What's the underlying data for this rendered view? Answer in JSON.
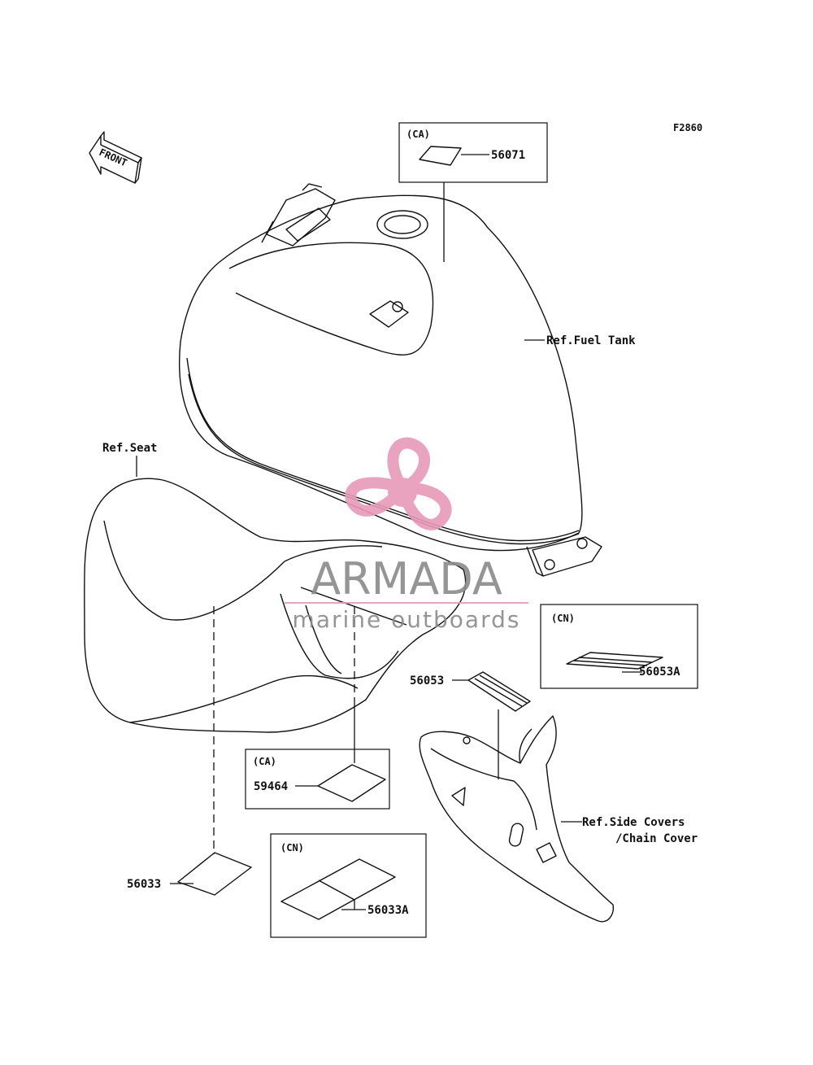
{
  "figure_code": "F2860",
  "front_label": "FRONT",
  "colors": {
    "line": "#111111",
    "watermark_pink": "#e79ab8",
    "watermark_gray": "#8a8a8a"
  },
  "callouts": {
    "ref_fuel_tank": "Ref.Fuel Tank",
    "ref_seat": "Ref.Seat",
    "ref_side_covers_1": "Ref.Side Covers",
    "ref_side_covers_2": "/Chain Cover"
  },
  "boxes": {
    "ca_top": {
      "region": "(CA)",
      "part": "56071"
    },
    "cn_right": {
      "region": "(CN)",
      "part": "56053A"
    },
    "ca_mid": {
      "region": "(CA)",
      "part": "59464"
    },
    "cn_bottom": {
      "region": "(CN)",
      "part": "56033A"
    }
  },
  "parts": {
    "p56053": "56053",
    "p56033": "56033"
  },
  "watermark": {
    "brand": "ARMADA",
    "tagline": "marine outboards",
    "logo": "propeller-logo-icon"
  }
}
